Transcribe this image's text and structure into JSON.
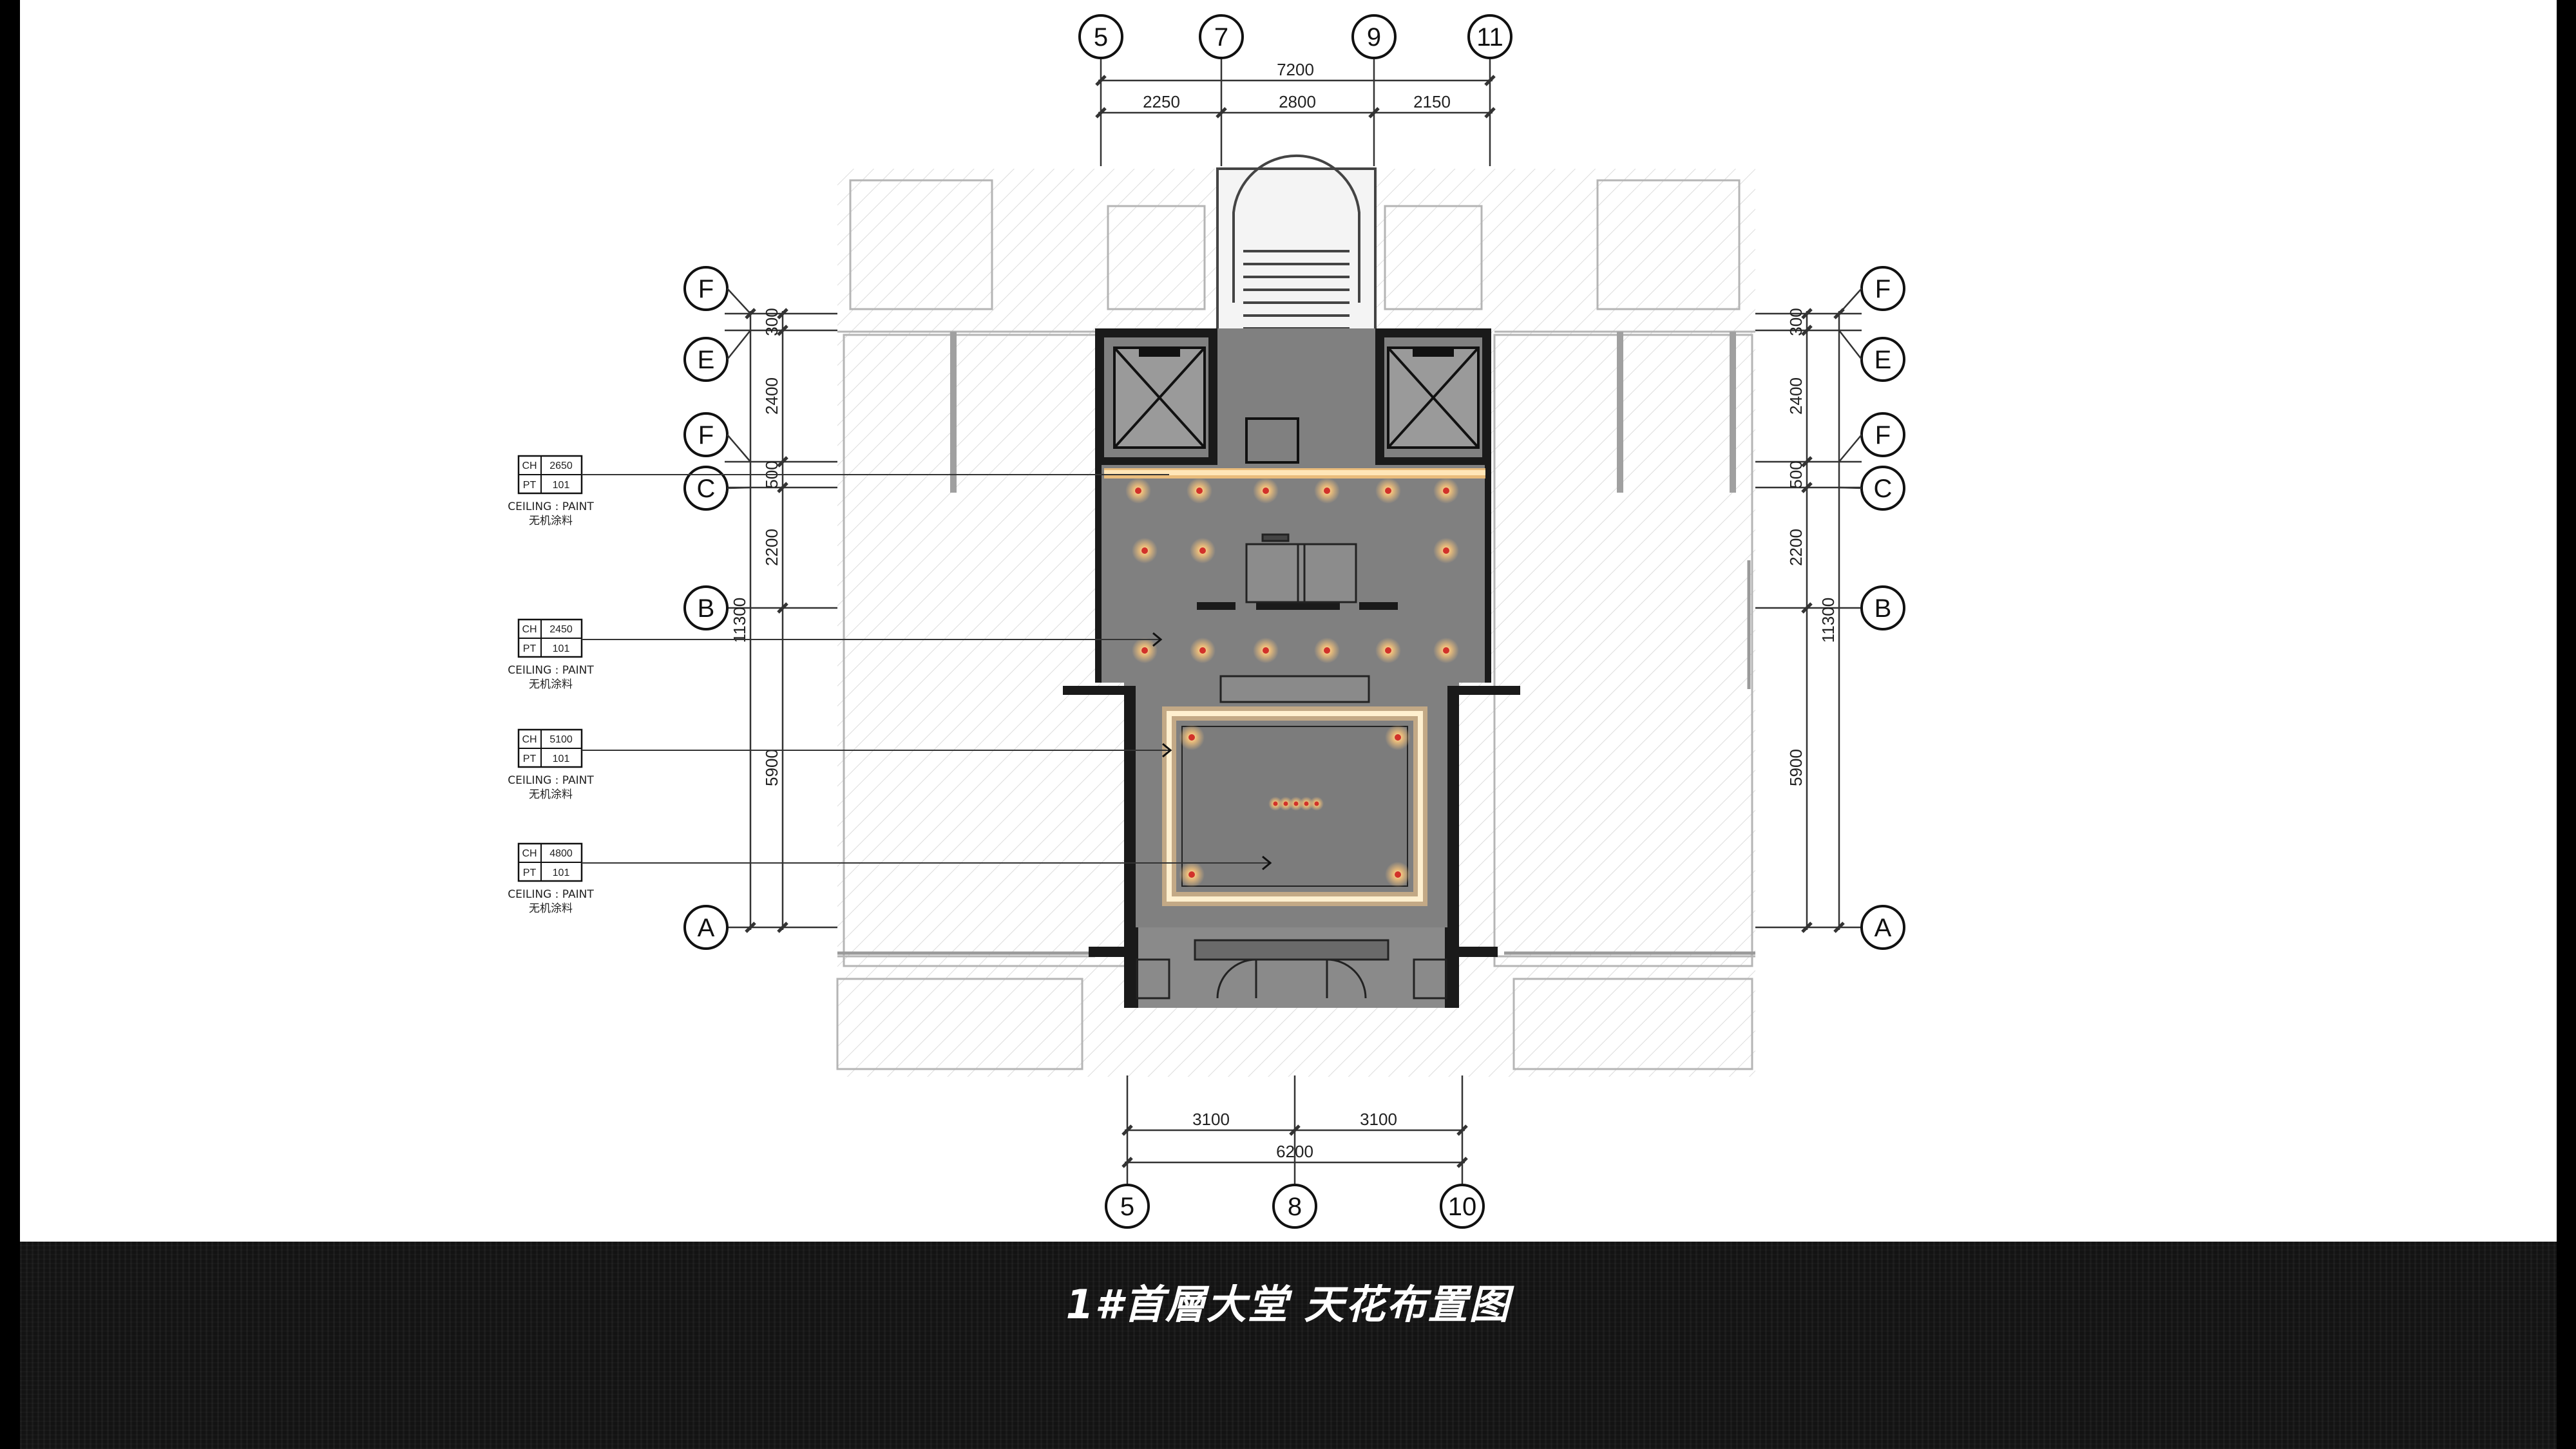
{
  "title": "1#首層大堂 天花布置图",
  "axes": {
    "top": [
      "5",
      "7",
      "9",
      "11"
    ],
    "bottom": [
      "5",
      "8",
      "10"
    ],
    "left": [
      "F",
      "E",
      "F",
      "C",
      "B",
      "A"
    ],
    "right": [
      "F",
      "E",
      "F",
      "C",
      "B",
      "A"
    ]
  },
  "dimensions": {
    "top_total": "7200",
    "top_segments": [
      "2250",
      "2800",
      "2150"
    ],
    "bottom_total": "6200",
    "bottom_segments": [
      "3100",
      "3100"
    ],
    "left_vertical": [
      "300",
      "2400",
      "500",
      "2200",
      "5900"
    ],
    "left_total": "11300",
    "right_vertical": [
      "300",
      "2400",
      "500",
      "2200",
      "5900"
    ],
    "right_total": "11300"
  },
  "ceiling_tags": [
    {
      "ch_label": "CH",
      "ch_value": "2650",
      "pt_label": "PT",
      "pt_value": "101",
      "note_en": "CEILING : PAINT",
      "note_cn": "无机涂料"
    },
    {
      "ch_label": "CH",
      "ch_value": "2450",
      "pt_label": "PT",
      "pt_value": "101",
      "note_en": "CEILING : PAINT",
      "note_cn": "无机涂料"
    },
    {
      "ch_label": "CH",
      "ch_value": "5100",
      "pt_label": "PT",
      "pt_value": "101",
      "note_en": "CEILING : PAINT",
      "note_cn": "无机涂料"
    },
    {
      "ch_label": "CH",
      "ch_value": "4800",
      "pt_label": "PT",
      "pt_value": "101",
      "note_en": "CEILING : PAINT",
      "note_cn": "无机涂料"
    }
  ],
  "colors": {
    "lobby_fill": "#808080",
    "wall": "#1a1a1a",
    "light_glow": "#f4c27a",
    "light_core": "#d2322a",
    "background_hatch": "#d0d0d0"
  }
}
